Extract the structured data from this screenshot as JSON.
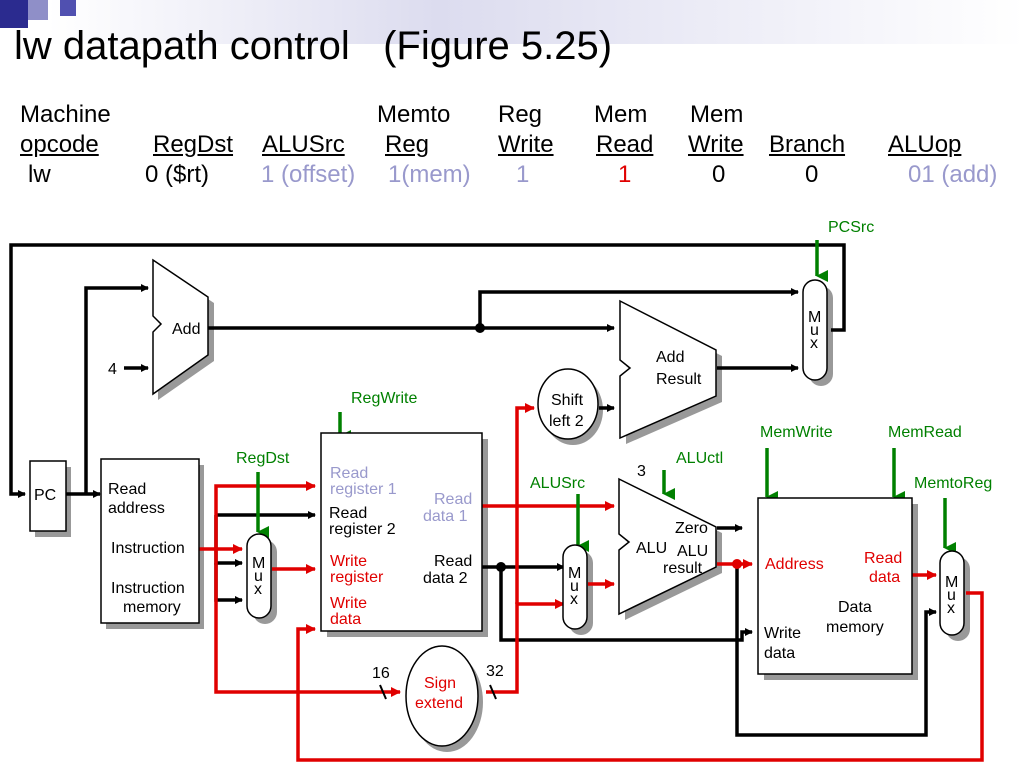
{
  "title": "lw datapath control   (Figure 5.25)",
  "table": {
    "header_row1": [
      "Machine",
      "Memto",
      "Reg",
      "Mem",
      "Mem"
    ],
    "header_row2": [
      "opcode",
      "RegDst",
      "ALUSrc",
      "Reg",
      "Write",
      "Read",
      "Write",
      "Branch",
      "ALUop"
    ],
    "values": [
      "lw",
      "0 ($rt)",
      "1 (offset)",
      "1(mem)",
      "1",
      "1",
      "0",
      "0",
      "01 (add)"
    ]
  },
  "diagram": {
    "pc": "PC",
    "add_small": "Add",
    "four": "4",
    "imem": {
      "l1": "Read",
      "l2": "address",
      "l3": "Instruction",
      "l4": "Instruction",
      "l5": "memory"
    },
    "mux": {
      "m": "M",
      "u": "u",
      "x": "x"
    },
    "regfile": {
      "rr1a": "Read",
      "rr1b": "register 1",
      "rr2a": "Read",
      "rr2b": "register 2",
      "wra": "Write",
      "wrb": "register",
      "wda": "Write",
      "wdb": "data",
      "rd1a": "Read",
      "rd1b": "data 1",
      "rd2a": "Read",
      "rd2b": "data 2"
    },
    "shift": {
      "a": "Shift",
      "b": "left 2"
    },
    "add_big": {
      "a": "Add",
      "b": "Result"
    },
    "alu": {
      "alu": "ALU",
      "zero": "Zero",
      "res_a": "ALU",
      "res_b": "result"
    },
    "dmem": {
      "addr": "Address",
      "rda": "Read",
      "rdb": "data",
      "wda": "Write",
      "wdb": "data",
      "ma": "Data",
      "mb": "memory"
    },
    "sign": {
      "a": "Sign",
      "b": "extend"
    },
    "bits16": "16",
    "bits32": "32",
    "three": "3",
    "ctrl": {
      "pcsrc": "PCSrc",
      "regwrite": "RegWrite",
      "regdst": "RegDst",
      "alusrc": "ALUSrc",
      "aluctl": "ALUctl",
      "memwrite": "MemWrite",
      "memread": "MemRead",
      "memtoreg": "MemtoReg"
    }
  },
  "colors": {
    "active": "#e00000",
    "control": "#008000",
    "inactive_text": "#9999cc",
    "wire": "#000000"
  }
}
